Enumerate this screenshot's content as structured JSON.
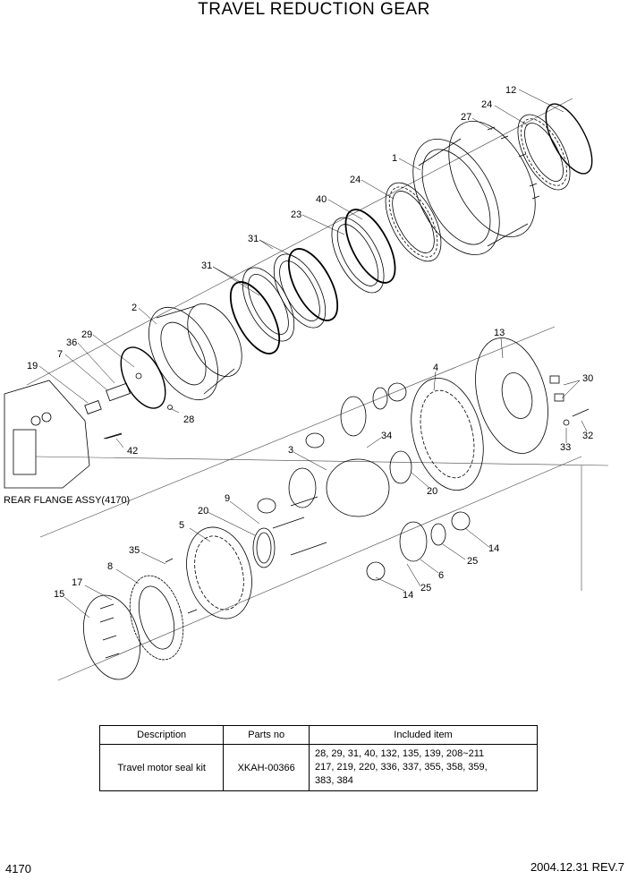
{
  "title": "TRAVEL REDUCTION GEAR",
  "callouts": [
    {
      "id": "c12",
      "text": "12"
    },
    {
      "id": "c24a",
      "text": "24"
    },
    {
      "id": "c27",
      "text": "27"
    },
    {
      "id": "c1",
      "text": "1"
    },
    {
      "id": "c24b",
      "text": "24"
    },
    {
      "id": "c40",
      "text": "40"
    },
    {
      "id": "c23",
      "text": "23"
    },
    {
      "id": "c31a",
      "text": "31"
    },
    {
      "id": "c31b",
      "text": "31"
    },
    {
      "id": "c2",
      "text": "2"
    },
    {
      "id": "c29",
      "text": "29"
    },
    {
      "id": "c36",
      "text": "36"
    },
    {
      "id": "c7",
      "text": "7"
    },
    {
      "id": "c19",
      "text": "19"
    },
    {
      "id": "c28",
      "text": "28"
    },
    {
      "id": "c42",
      "text": "42"
    },
    {
      "id": "c13",
      "text": "13"
    },
    {
      "id": "c4",
      "text": "4"
    },
    {
      "id": "c30",
      "text": "30"
    },
    {
      "id": "c32",
      "text": "32"
    },
    {
      "id": "c33",
      "text": "33"
    },
    {
      "id": "c34",
      "text": "34"
    },
    {
      "id": "c3",
      "text": "3"
    },
    {
      "id": "c20a",
      "text": "20"
    },
    {
      "id": "c9",
      "text": "9"
    },
    {
      "id": "c20b",
      "text": "20"
    },
    {
      "id": "c5",
      "text": "5"
    },
    {
      "id": "c14a",
      "text": "14"
    },
    {
      "id": "c25a",
      "text": "25"
    },
    {
      "id": "c6",
      "text": "6"
    },
    {
      "id": "c25b",
      "text": "25"
    },
    {
      "id": "c14b",
      "text": "14"
    },
    {
      "id": "c35",
      "text": "35"
    },
    {
      "id": "c8",
      "text": "8"
    },
    {
      "id": "c17",
      "text": "17"
    },
    {
      "id": "c15",
      "text": "15"
    }
  ],
  "rear_flange_label": "REAR FLANGE ASSY(4170)",
  "kit_table": {
    "headers": [
      "Description",
      "Parts no",
      "Included item"
    ],
    "rows": [
      {
        "description": "Travel motor seal kit",
        "parts_no": "XKAH-00366",
        "included_lines": [
          "28, 29, 31, 40, 132, 135, 139, 208~211",
          "217, 219, 220, 336, 337, 355, 358, 359,",
          "383, 384"
        ]
      }
    ]
  },
  "page_number": "4170",
  "revision": "2004.12.31  REV.7"
}
